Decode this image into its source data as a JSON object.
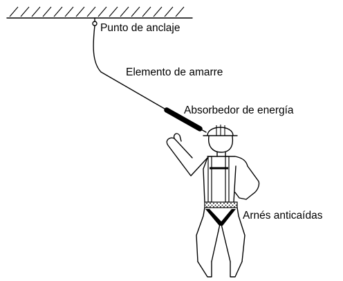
{
  "labels": {
    "anchor_point": "Punto de anclaje",
    "lanyard": "Elemento de amarre",
    "energy_absorber": "Absorbedor de energía",
    "harness": "Arnés anticaídas"
  }
}
